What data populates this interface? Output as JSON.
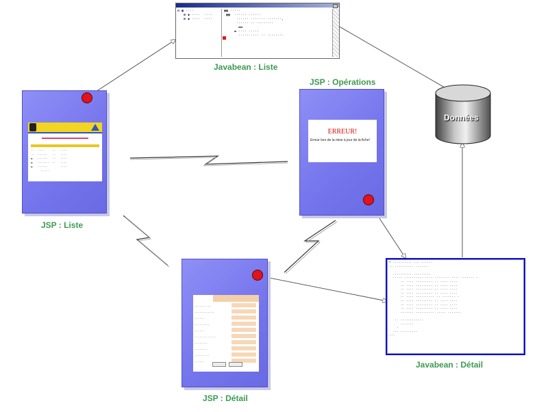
{
  "labels": {
    "javabean_liste": "Javabean : Liste",
    "jsp_operations": "JSP : Opérations",
    "jsp_liste": "JSP : Liste",
    "jsp_detail": "JSP : Détail",
    "javabean_detail": "Javabean : Détail",
    "donnees": "Données"
  },
  "operations_page": {
    "error_title": "ERREUR!",
    "error_message": "Erreur lors de la mise à jour de la fiche!"
  },
  "colors": {
    "label_green": "#3c9a50",
    "page_blue": "#7a7af0",
    "dot_red": "#e0141a",
    "frame_blue": "#1010c0"
  }
}
